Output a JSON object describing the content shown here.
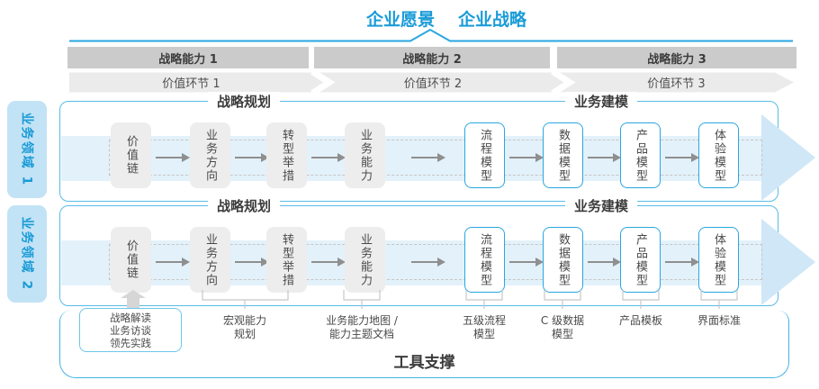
{
  "colors": {
    "accent_blue": "#1a9bd7",
    "box_border_blue": "#2aa7e0",
    "container_border_blue": "#58bce8",
    "band_light_blue": "#e3f1fa",
    "big_arrow_blue": "#cfe7f6",
    "tab_bg": "#c2e3f5",
    "capability_bar_gray": "#cbcbcb",
    "value_band_gray": "#ebebeb",
    "box_gray": "#ededed",
    "text_dark": "#3c3c3c"
  },
  "header": {
    "vision": "企业愿景",
    "strategy": "企业战略"
  },
  "capability_bars": [
    {
      "label": "战略能力 1"
    },
    {
      "label": "战略能力 2"
    },
    {
      "label": "战略能力 3"
    }
  ],
  "value_links": [
    {
      "label": "价值环节 1"
    },
    {
      "label": "价值环节 2"
    },
    {
      "label": "价值环节 3"
    }
  ],
  "domain_tabs": [
    {
      "label": "业务领域 1"
    },
    {
      "label": "业务领域 2"
    }
  ],
  "row": {
    "planning_title": "战略规划",
    "modeling_title": "业务建模",
    "boxes": [
      {
        "label": "价值链",
        "style": "gray"
      },
      {
        "label": "业务方向",
        "style": "gray"
      },
      {
        "label": "转型举措",
        "style": "gray"
      },
      {
        "label": "业务能力",
        "style": "gray"
      },
      {
        "label": "流程模型",
        "style": "blue"
      },
      {
        "label": "数据模型",
        "style": "blue"
      },
      {
        "label": "产品模型",
        "style": "blue"
      },
      {
        "label": "体验模型",
        "style": "blue"
      }
    ]
  },
  "annotations": {
    "practice_box_text": "战略解读\n业务访谈\n领先实践",
    "labels": [
      {
        "text": "宏观能力\n规划"
      },
      {
        "text": "业务能力地图 /\n能力主题文档"
      },
      {
        "text": "五级流程\n模型"
      },
      {
        "text": "C 级数据\n模型"
      },
      {
        "text": "产品模板"
      },
      {
        "text": "界面标准"
      }
    ]
  },
  "tools": {
    "label": "工具支撑"
  }
}
